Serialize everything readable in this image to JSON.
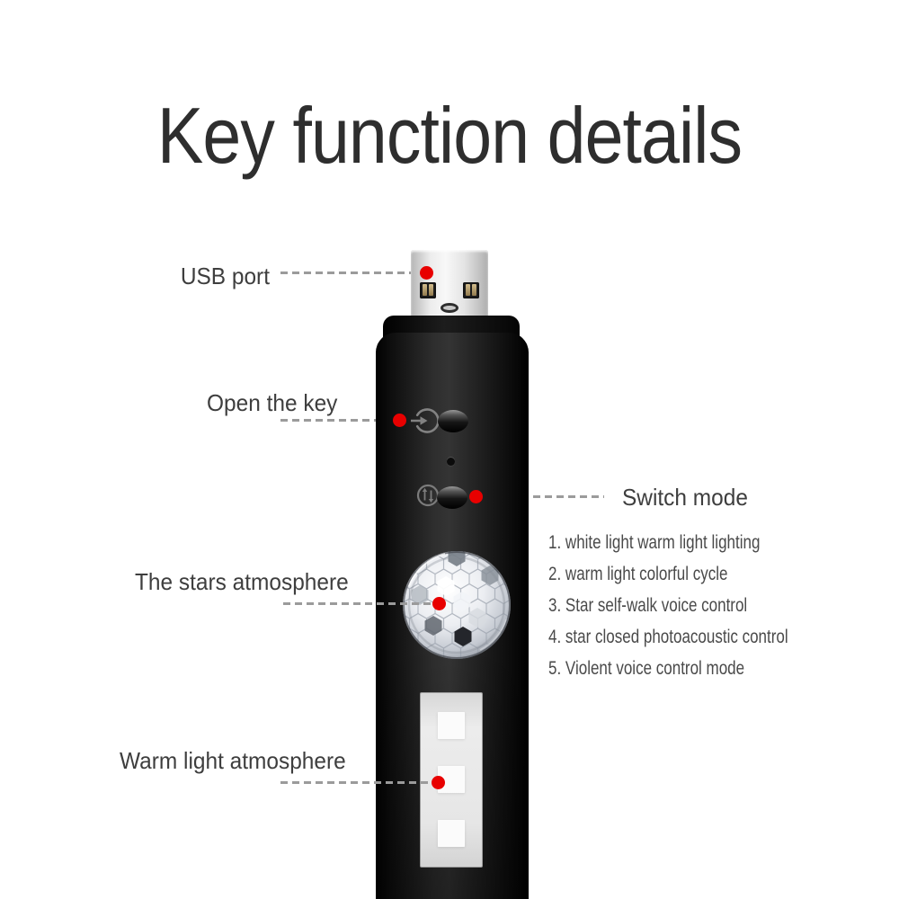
{
  "title": "Key function details",
  "annotations": {
    "usb_port": "USB port",
    "open_the_key": "Open the key",
    "switch_mode": "Switch mode",
    "stars_atmosphere": "The stars atmosphere",
    "warm_light_atmosphere": "Warm light atmosphere"
  },
  "mode_list": [
    "1. white light warm light lighting",
    "2. warm light colorful cycle",
    "3. Star self-walk voice control",
    "4. star closed photoacoustic control",
    "5. Violent voice control mode"
  ],
  "icons": {
    "power": "power-restart-circle-icon",
    "mode_switch": "swap-arrows-circle-icon",
    "marker": "red-dot-marker"
  },
  "colors": {
    "marker_red": "#e80000",
    "title_text": "#2e2e2e",
    "label_text": "#3e3e3e",
    "list_text": "#4a4a4a",
    "leader_dash": "#9b9b9b",
    "device_body": "#1a1a1a",
    "usb_metal": "#e0e0e0",
    "led_panel": "#e4e4e4",
    "led_square": "#fbfbfb"
  }
}
